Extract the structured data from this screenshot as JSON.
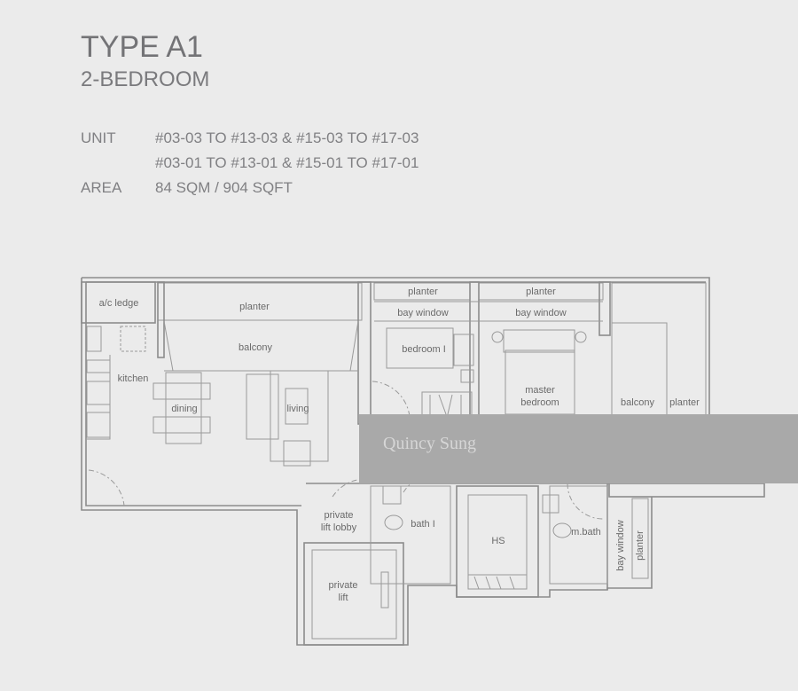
{
  "header": {
    "title": "TYPE A1",
    "subtitle": "2-BEDROOM",
    "unit_label": "UNIT",
    "unit_line1": "#03-03 TO #13-03 & #15-03 TO #17-03",
    "unit_line2": "#03-01 TO #13-01 & #15-01 TO #17-01",
    "area_label": "AREA",
    "area_value": "84 SQM / 904 SQFT"
  },
  "plan": {
    "ac_ledge": "a/c ledge",
    "planter_top_left": "planter",
    "planter_top_mid": "planter",
    "planter_top_right": "planter",
    "bay_window_1": "bay window",
    "bay_window_2": "bay window",
    "balcony_living": "balcony",
    "kitchen": "kitchen",
    "dining": "dining",
    "living": "living",
    "bedroom1": "bedroom I",
    "master_bedroom_1": "master",
    "master_bedroom_2": "bedroom",
    "balcony_master": "balcony",
    "planter_right": "planter",
    "lift_lobby_1": "private",
    "lift_lobby_2": "lift lobby",
    "bath1": "bath I",
    "hs": "HS",
    "mbath": "m.bath",
    "lift_1": "private",
    "lift_2": "lift",
    "bay_window_vertical": "bay window",
    "planter_vertical": "planter"
  },
  "watermark": "Quincy Sung"
}
